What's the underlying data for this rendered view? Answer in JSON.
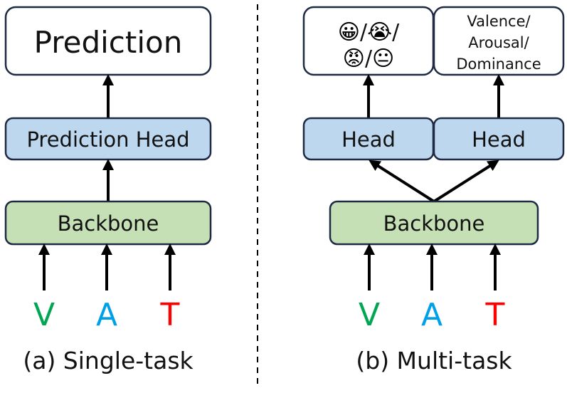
{
  "single_task": {
    "prediction_label": "Prediction",
    "head_label": "Prediction Head",
    "backbone_label": "Backbone",
    "inputs": [
      {
        "label": "V",
        "color": "#00a651"
      },
      {
        "label": "A",
        "color": "#00a0e9"
      },
      {
        "label": "T",
        "color": "#ff0000"
      }
    ],
    "caption": "(a) Single-task"
  },
  "multi_task": {
    "emotion_output": {
      "line1_emojis": [
        "😀",
        "😭"
      ],
      "line2_emojis": [
        "😡",
        "😐"
      ],
      "separator": "/"
    },
    "vad_output": {
      "line1": "Valence/",
      "line2": "Arousal/",
      "line3": "Dominance"
    },
    "head_left_label": "Head",
    "head_right_label": "Head",
    "backbone_label": "Backbone",
    "inputs": [
      {
        "label": "V",
        "color": "#00a651"
      },
      {
        "label": "A",
        "color": "#00a0e9"
      },
      {
        "label": "T",
        "color": "#ff0000"
      }
    ],
    "caption": "(b) Multi-task"
  },
  "colors": {
    "output_box": "#ffffff",
    "head_box": "#bdd7ee",
    "backbone_box": "#c5e0b4",
    "border": "#1f2a44"
  }
}
